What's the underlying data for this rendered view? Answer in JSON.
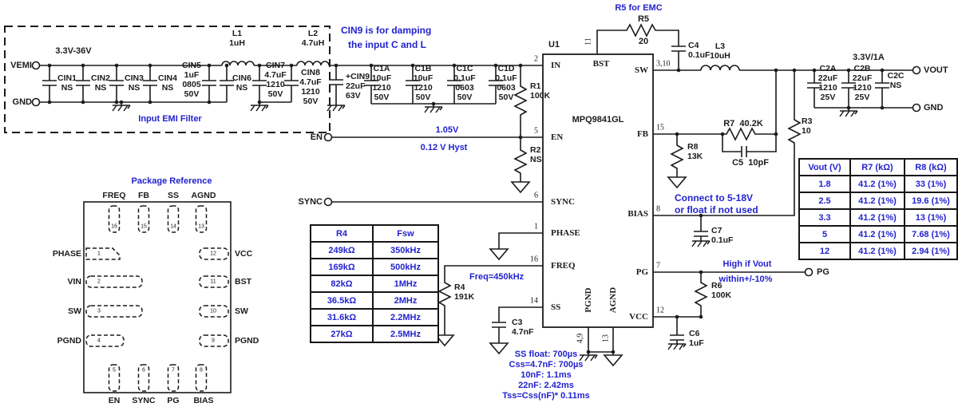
{
  "colors": {
    "annotation_blue": "#2222cf",
    "circuit_black": "#1b1b1b"
  },
  "input": {
    "vemi": "VEMI",
    "gnd": "GND",
    "range": "3.3V-36V"
  },
  "emi": {
    "title": "Input EMI Filter",
    "cin1": [
      "CIN1",
      "NS"
    ],
    "cin2": [
      "CIN2",
      "NS"
    ],
    "cin3": [
      "CIN3",
      "NS"
    ],
    "cin4": [
      "CIN4",
      "NS"
    ],
    "cin5": [
      "CIN5",
      "1uF",
      "0805",
      "50V"
    ],
    "cin6": [
      "CIN6",
      "NS"
    ],
    "l1": [
      "L1",
      "1uH"
    ],
    "l2": [
      "L2",
      "4.7uH"
    ],
    "cin7": [
      "CIN7",
      "4.7uF",
      "1210",
      "50V"
    ],
    "cin8": [
      "CIN8",
      "4.7uF",
      "1210",
      "50V"
    ]
  },
  "damping_note": [
    "CIN9 is for damping",
    "the input C and L"
  ],
  "cin9": [
    "+CIN9",
    "22uF",
    "63V"
  ],
  "c1a": [
    "C1A",
    "10uF",
    "1210",
    "50V"
  ],
  "c1b": [
    "C1B",
    "10uF",
    "1210",
    "50V"
  ],
  "c1c": [
    "C1C",
    "0.1uF",
    "0603",
    "50V"
  ],
  "c1d": [
    "C1D",
    "0.1uF",
    "0603",
    "50V"
  ],
  "r1": [
    "R1",
    "100K"
  ],
  "r2": [
    "R2",
    "NS"
  ],
  "en": {
    "label": "EN",
    "v": "1.05V",
    "hyst": "0.12 V Hyst"
  },
  "sync_label": "SYNC",
  "chip": {
    "ref": "U1",
    "part": "MPQ9841GL",
    "pins": {
      "in": {
        "name": "IN",
        "num": "2"
      },
      "en": {
        "name": "EN",
        "num": "5"
      },
      "sync": {
        "name": "SYNC",
        "num": "6"
      },
      "phase": {
        "name": "PHASE",
        "num": "1"
      },
      "freq": {
        "name": "FREQ",
        "num": "16"
      },
      "ss": {
        "name": "SS",
        "num": "14"
      },
      "bst": {
        "name": "BST",
        "num": "11"
      },
      "sw": {
        "name": "SW",
        "num": "3,10"
      },
      "fb": {
        "name": "FB",
        "num": "15"
      },
      "bias": {
        "name": "BIAS",
        "num": "8"
      },
      "pg": {
        "name": "PG",
        "num": "7"
      },
      "vcc": {
        "name": "VCC",
        "num": "12"
      },
      "pgnd": {
        "name": "PGND",
        "num": "4,9"
      },
      "agnd": {
        "name": "AGND",
        "num": "13"
      }
    }
  },
  "bst": {
    "note": "R5 for EMC",
    "r5_ref": "R5",
    "r5_val": "20",
    "c4": [
      "C4",
      "0.1uF"
    ]
  },
  "l3": [
    "L3",
    "10uH"
  ],
  "output": {
    "rating": "3.3V/1A",
    "vout": "VOUT",
    "gnd": "GND",
    "c2a": [
      "C2A",
      "22uF",
      "1210",
      "25V"
    ],
    "c2b": [
      "C2B",
      "22uF",
      "1210",
      "25V"
    ],
    "c2c": [
      "C2C",
      "NS"
    ]
  },
  "fb": {
    "r3": [
      "R3",
      "10"
    ],
    "r7": "R7  40.2K",
    "c5": "C5  10pF",
    "r8": [
      "R8",
      "13K"
    ]
  },
  "bias_note": [
    "Connect to 5-18V",
    "or float if not used"
  ],
  "c7": [
    "C7",
    "0.1uF"
  ],
  "pg": {
    "note1": "High if Vout",
    "note2": "within+/-10%",
    "term": "PG",
    "r6": [
      "R6",
      "100K"
    ]
  },
  "c6": [
    "C6",
    "1uF"
  ],
  "freq": {
    "note": "Freq=450kHz",
    "r4": [
      "R4",
      "191K"
    ]
  },
  "ss": {
    "c3": [
      "C3",
      "4.7nF"
    ],
    "notes": [
      "SS float: 700µs",
      "Css=4.7nF: 700µs",
      "10nF: 1.1ms",
      "22nF: 2.42ms",
      "Tss=Css(nF)* 0.11ms"
    ]
  },
  "package": {
    "title": "Package Reference",
    "top": [
      {
        "name": "FREQ",
        "num": "16"
      },
      {
        "name": "FB",
        "num": "15"
      },
      {
        "name": "SS",
        "num": "14"
      },
      {
        "name": "AGND",
        "num": "13"
      }
    ],
    "left": [
      {
        "name": "PHASE",
        "num": "1"
      },
      {
        "name": "VIN",
        "num": "2"
      },
      {
        "name": "SW",
        "num": "3"
      },
      {
        "name": "PGND",
        "num": "4"
      }
    ],
    "right": [
      {
        "name": "VCC",
        "num": "12"
      },
      {
        "name": "BST",
        "num": "11"
      },
      {
        "name": "SW",
        "num": "10"
      },
      {
        "name": "PGND",
        "num": "9"
      }
    ],
    "bottom": [
      {
        "name": "EN",
        "num": "5"
      },
      {
        "name": "SYNC",
        "num": "6"
      },
      {
        "name": "PG",
        "num": "7"
      },
      {
        "name": "BIAS",
        "num": "8"
      }
    ]
  },
  "tables": {
    "fsw": {
      "headers": [
        "R4",
        "Fsw"
      ],
      "rows": [
        [
          "249kΩ",
          "350kHz"
        ],
        [
          "169kΩ",
          "500kHz"
        ],
        [
          "82kΩ",
          "1MHz"
        ],
        [
          "36.5kΩ",
          "2MHz"
        ],
        [
          "31.6kΩ",
          "2.2MHz"
        ],
        [
          "27kΩ",
          "2.5MHz"
        ]
      ]
    },
    "vout": {
      "headers": [
        "Vout (V)",
        "R7 (kΩ)",
        "R8 (kΩ)"
      ],
      "rows": [
        [
          "1.8",
          "41.2 (1%)",
          "33 (1%)"
        ],
        [
          "2.5",
          "41.2 (1%)",
          "19.6 (1%)"
        ],
        [
          "3.3",
          "41.2 (1%)",
          "13 (1%)"
        ],
        [
          "5",
          "41.2 (1%)",
          "7.68 (1%)"
        ],
        [
          "12",
          "41.2 (1%)",
          "2.94 (1%)"
        ]
      ]
    }
  }
}
